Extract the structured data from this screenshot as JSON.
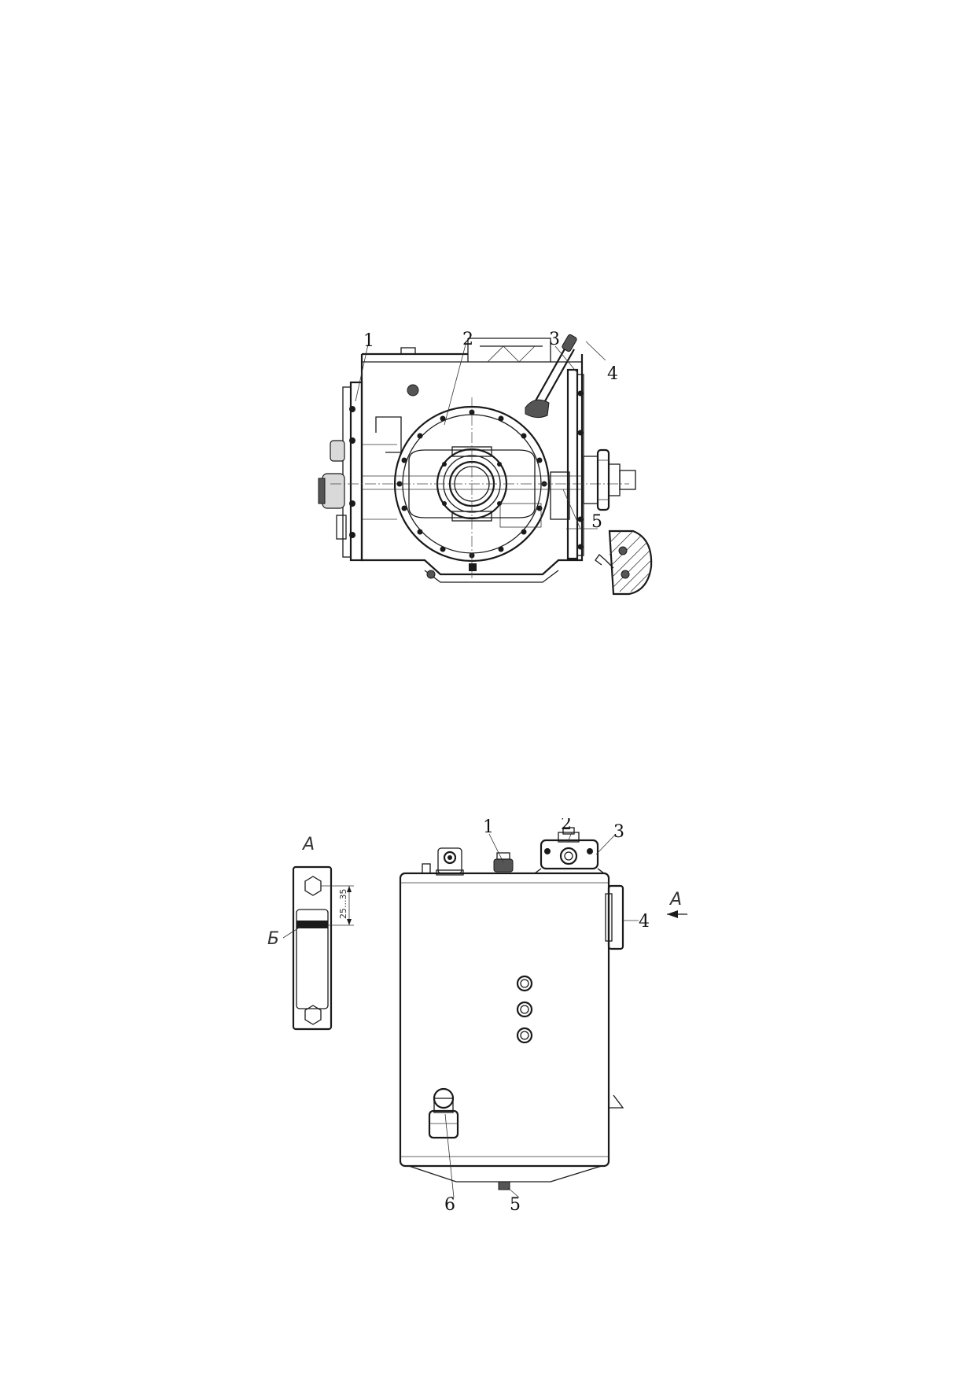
{
  "figure_top": {
    "callouts": [
      "1",
      "2",
      "3",
      "4",
      "5"
    ]
  },
  "figure_bottom": {
    "callouts": [
      "1",
      "2",
      "3",
      "4",
      "5",
      "6"
    ],
    "view_label": "А",
    "view_arrow_label": "А",
    "section_label": "Б",
    "dimension": "25...35"
  }
}
